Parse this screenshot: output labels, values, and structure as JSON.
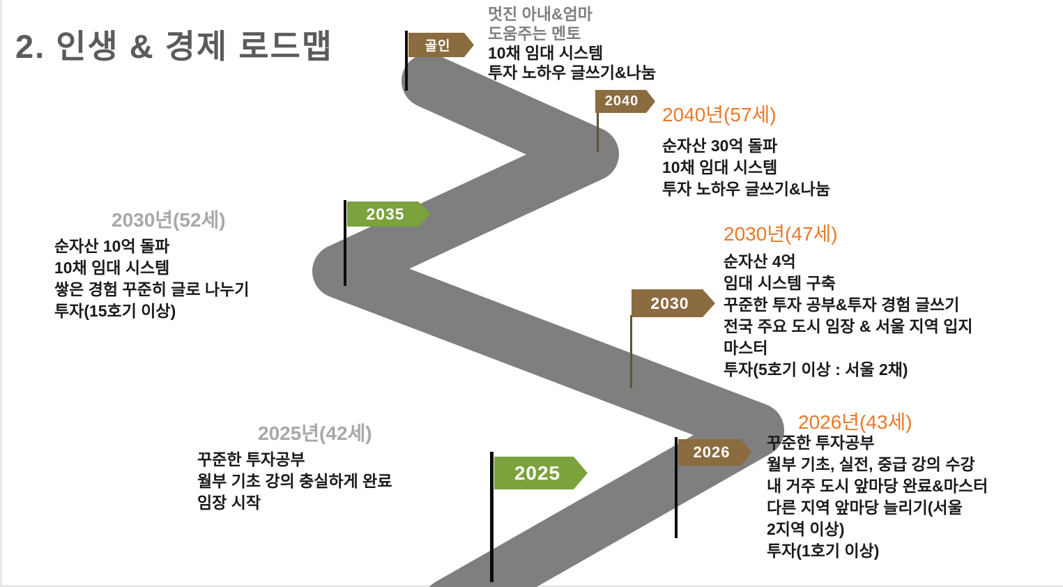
{
  "slide": {
    "title": "2. 인생 & 경제 로드맵"
  },
  "colors": {
    "road": "#7F7F7F",
    "orange_header": "#E8782B",
    "gray_header": "#A8A8A8",
    "gray_text": "#7F7F7F",
    "body_text": "#1A1A1A",
    "green_flag": "#7BA23D",
    "brown_flag": "#8B6C40",
    "pole_black": "#0C0C0C",
    "pole_olive": "#5E5430"
  },
  "milestones": {
    "goal": {
      "flag": "골인",
      "gray_lines": [
        "멋진 아내&엄마",
        "도움주는 멘토"
      ],
      "lines": [
        "10채 임대 시스템",
        "투자 노하우 글쓰기&나눔"
      ]
    },
    "y2040": {
      "flag": "2040",
      "header": "2040년(57세)",
      "lines": [
        "순자산 30억 돌파",
        "10채 임대 시스템",
        "투자 노하우 글쓰기&나눔"
      ]
    },
    "y2035": {
      "flag": "2035",
      "header": "2030년(52세)",
      "lines": [
        "순자산 10억 돌파",
        "10채 임대 시스템",
        "쌓은 경험 꾸준히 글로 나누기",
        "투자(15호기 이상)"
      ]
    },
    "y2030": {
      "flag": "2030",
      "header": "2030년(47세)",
      "lines": [
        "순자산 4억",
        "임대 시스템 구축",
        "꾸준한 투자 공부&투자 경험 글쓰기",
        "전국 주요 도시 임장 & 서울 지역 입지",
        "마스터",
        "투자(5호기 이상 : 서울 2채)"
      ]
    },
    "y2026": {
      "flag": "2026",
      "header": "2026년(43세)",
      "lines": [
        "꾸준한 투자공부",
        "월부 기초, 실전, 중급 강의 수강",
        "내 거주 도시 앞마당 완료&마스터",
        "다른 지역 앞마당 늘리기(서울",
        "2지역 이상)",
        "투자(1호기 이상)"
      ]
    },
    "y2025": {
      "flag": "2025",
      "header": "2025년(42세)",
      "lines": [
        "꾸준한 투자공부",
        "월부 기초 강의 충실하게 완료",
        "임장 시작"
      ]
    }
  }
}
